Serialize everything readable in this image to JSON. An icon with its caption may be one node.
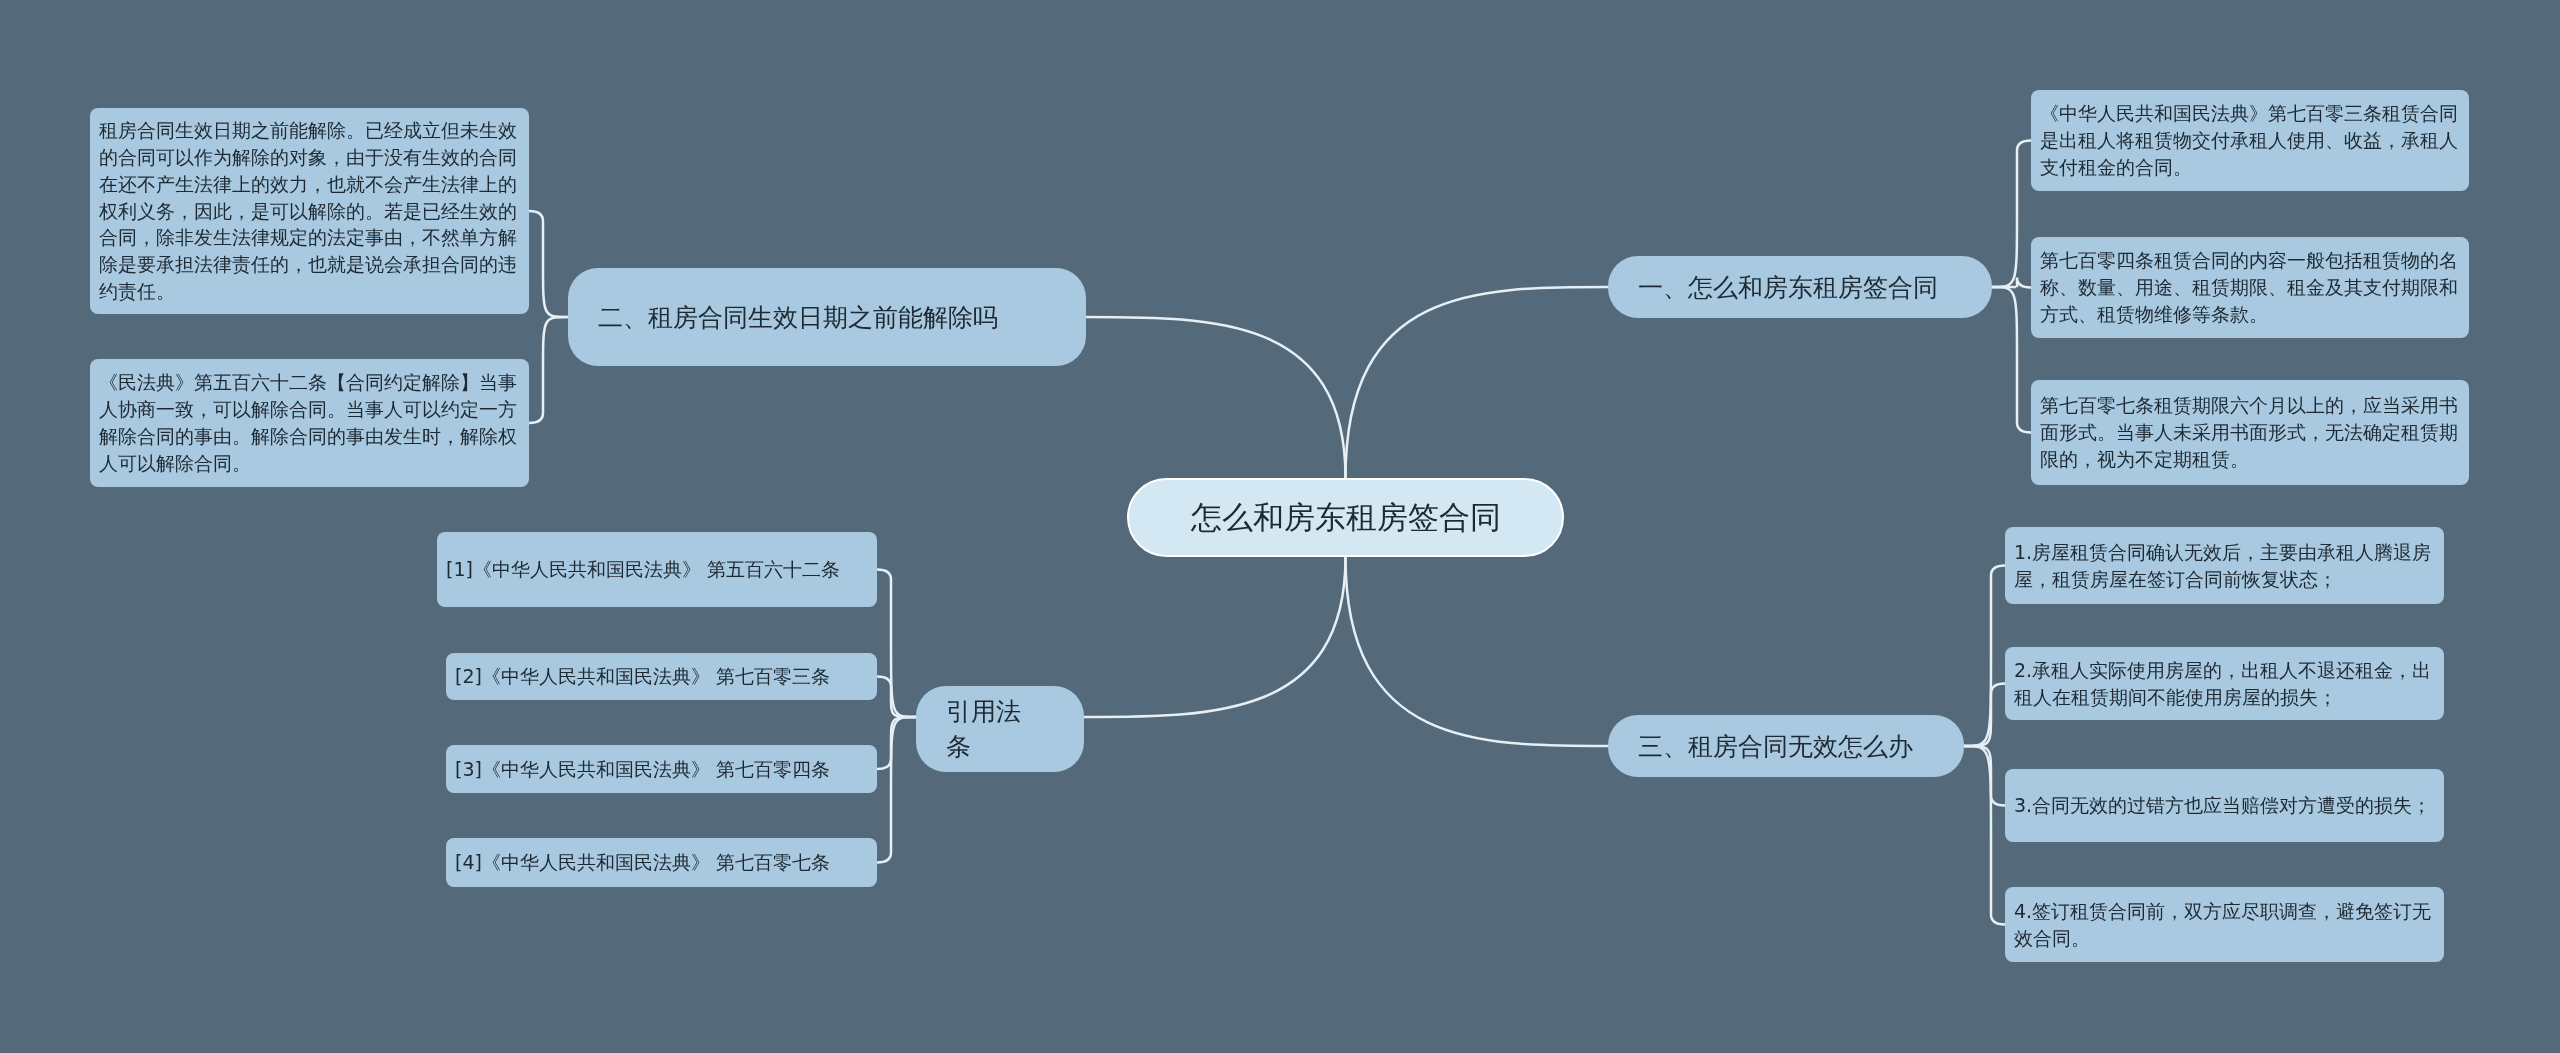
{
  "diagram": {
    "nodes": [
      {
        "text": [
          "怎么和房东租房签合同"
        ]
      },
      {
        "text": [
          "一、怎么和房东租房签合同"
        ]
      },
      {
        "text": [
          "《中华人民共和国民法典》第七百零三条租赁合同是出租人将租赁物交付承租人使用、收益，承租人支付租金的合同。"
        ]
      },
      {
        "text": [
          "第七百零四条租赁合同的内容一般包括租赁物的名称、数量、用途、租赁期限、租金及其支付期限和方式、租赁物维修等条款。"
        ]
      },
      {
        "text": [
          "第七百零七条租赁期限六个月以上的，应当采用书面形式。当事人未采用书面形式，无法确定租赁期限的，视为不定期租赁。"
        ]
      },
      {
        "text": [
          "二、租房合同生效日期之前能解除吗"
        ]
      },
      {
        "text": [
          "租房合同生效日期之前能解除。已经成立但未生效的合同可以作为解除的对象，由于没有生效的合同在还不产生法律上的效力，也就不会产生法律上的权利义务，因此，是可以解除的。若是已经生效的合同，除非发生法律规定的法定事由，不然单方解除是要承担法律责任的，也就是说会承担合同的违约责任。"
        ]
      },
      {
        "text": [
          "《民法典》第五百六十二条【合同约定解除】当事人协商一致，可以解除合同。当事人可以约定一方解除合同的事由。解除合同的事由发生时，解除权人可以解除合同。"
        ]
      },
      {
        "text": [
          "三、租房合同无效怎么办"
        ]
      },
      {
        "text": [
          "1.房屋租赁合同确认无效后，主要由承租人腾退房屋，租赁房屋在签订合同前恢复状态；"
        ]
      },
      {
        "text": [
          "2.承租人实际使用房屋的，出租人不退还租金，出租人在租赁期间不能使用房屋的损失；"
        ]
      },
      {
        "text": [
          "3.合同无效的过错方也应当赔偿对方遭受的损失；"
        ]
      },
      {
        "text": [
          "4.签订租赁合同前，双方应尽职调查，避免签订无效合同。"
        ]
      },
      {
        "text": [
          "引用法条"
        ]
      },
      {
        "text": [
          "[1]《中华人民共和国民法典》 第五百六十二条"
        ]
      },
      {
        "text": [
          "[2]《中华人民共和国民法典》 第七百零三条"
        ]
      },
      {
        "text": [
          "[3]《中华人民共和国民法典》 第七百零四条"
        ]
      },
      {
        "text": [
          "[4]《中华人民共和国民法典》 第七百零七条"
        ]
      }
    ],
    "edges": [
      {
        "from": 0,
        "to": 1,
        "arrow": "none"
      },
      {
        "from": 1,
        "to": 2,
        "arrow": "none"
      },
      {
        "from": 1,
        "to": 3,
        "arrow": "none"
      },
      {
        "from": 1,
        "to": 4,
        "arrow": "none"
      },
      {
        "from": 0,
        "to": 5,
        "arrow": "none"
      },
      {
        "from": 5,
        "to": 6,
        "arrow": "none"
      },
      {
        "from": 5,
        "to": 7,
        "arrow": "none"
      },
      {
        "from": 0,
        "to": 8,
        "arrow": "none"
      },
      {
        "from": 8,
        "to": 9,
        "arrow": "none"
      },
      {
        "from": 8,
        "to": 10,
        "arrow": "none"
      },
      {
        "from": 8,
        "to": 11,
        "arrow": "none"
      },
      {
        "from": 8,
        "to": 12,
        "arrow": "none"
      },
      {
        "from": 0,
        "to": 13,
        "arrow": "none"
      },
      {
        "from": 13,
        "to": 14,
        "arrow": "none"
      },
      {
        "from": 13,
        "to": 15,
        "arrow": "none"
      },
      {
        "from": 13,
        "to": 16,
        "arrow": "none"
      },
      {
        "from": 13,
        "to": 17,
        "arrow": "none"
      }
    ]
  }
}
